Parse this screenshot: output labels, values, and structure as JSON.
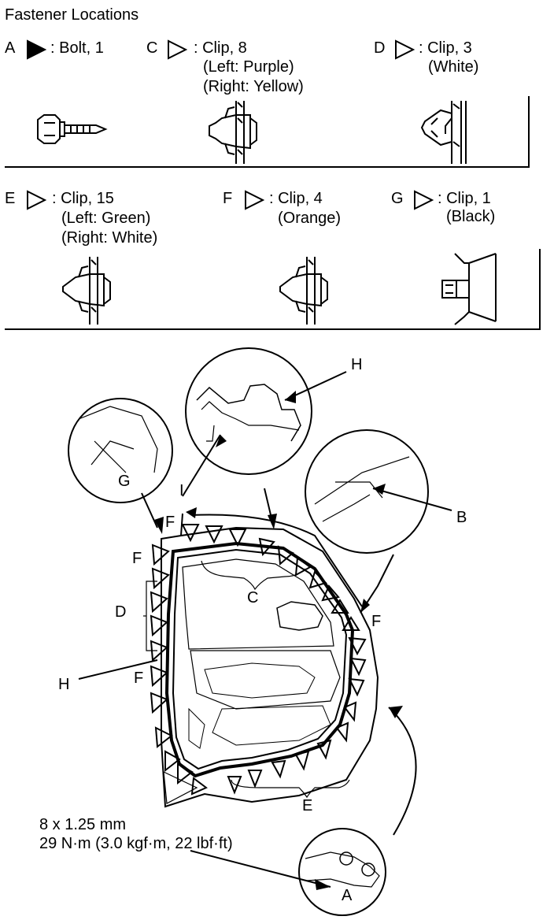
{
  "header": {
    "title": "Fastener Locations"
  },
  "fasteners": {
    "A": {
      "letter": "A",
      "text": ": Bolt, 1"
    },
    "C": {
      "letter": "C",
      "text": ": Clip, 8",
      "sub1": "(Left: Purple)",
      "sub2": "(Right: Yellow)"
    },
    "D": {
      "letter": "D",
      "text": ": Clip, 3",
      "sub1": "(White)"
    },
    "E": {
      "letter": "E",
      "text": ": Clip, 15",
      "sub1": "(Left: Green)",
      "sub2": "(Right: White)"
    },
    "F": {
      "letter": "F",
      "text": ": Clip, 4",
      "sub1": "(Orange)"
    },
    "G": {
      "letter": "G",
      "text": ": Clip, 1",
      "sub1": "(Black)"
    }
  },
  "diagram": {
    "callouts": {
      "H": "H",
      "I": "I",
      "B": "B",
      "G": "G",
      "A": "A",
      "C": "C",
      "D": "D",
      "E": "E",
      "F": "F"
    },
    "torque": {
      "size": "8 x 1.25 mm",
      "value": "29 N·m (3.0 kgf·m, 22 lbf·ft)"
    }
  }
}
